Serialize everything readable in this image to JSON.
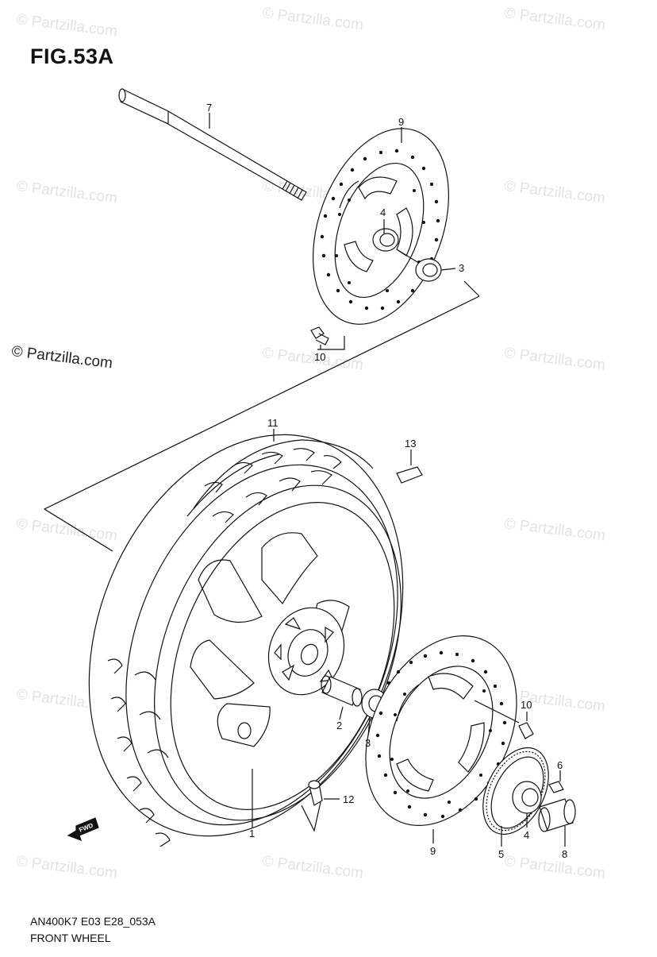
{
  "figure": {
    "title": "FIG.53A",
    "model_code": "AN400K7 E03 E28_053A",
    "name": "FRONT WHEEL",
    "direction_label": "FWD"
  },
  "watermark": {
    "text": "© Partzilla.com"
  },
  "callouts": {
    "axle": "7",
    "disc_upper": "9",
    "bearing_upper_left": "4",
    "bearing_upper_right": "3",
    "bolt_upper": "10",
    "tire": "11",
    "weight": "13",
    "spacer": "2",
    "bearing_lower": "3",
    "bolt_lower": "10",
    "screw": "6",
    "valve": "12",
    "wheel": "1",
    "disc_lower": "9",
    "sensor_rotor": "5",
    "bearing_lower_right": "4",
    "cap": "8"
  }
}
